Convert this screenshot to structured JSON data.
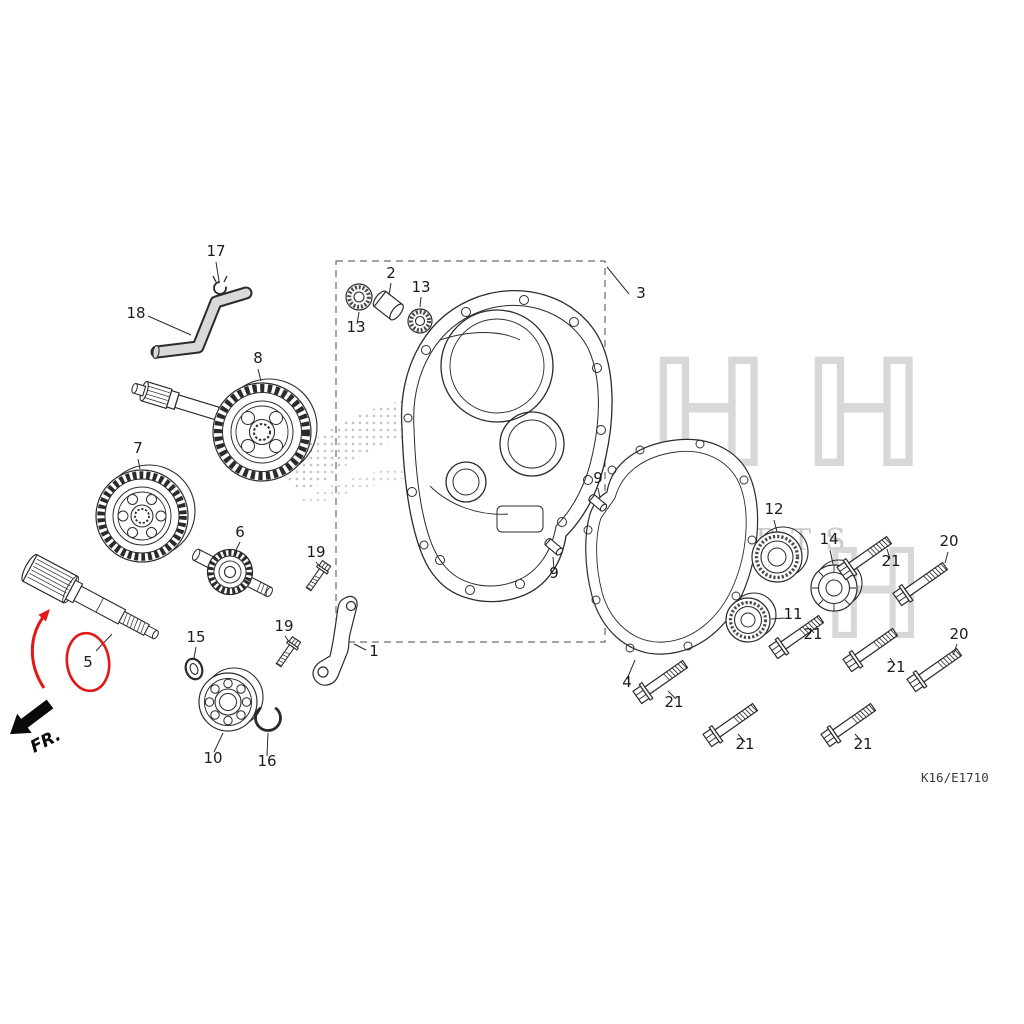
{
  "figure": {
    "diagram_code": "K16/E1710",
    "fr_label": "FR.",
    "watermark": {
      "big_letter": "ℍ",
      "text": "PARTS"
    },
    "icons": {
      "direction_arrow": "fr-direction-arrow",
      "highlight": "red-highlight-circle-and-arrow",
      "wing": "honda-wing-watermark"
    }
  },
  "labels": [
    {
      "part": "17"
    },
    {
      "part": "18"
    },
    {
      "part": "2"
    },
    {
      "part": "13"
    },
    {
      "part": "13"
    },
    {
      "part": "3"
    },
    {
      "part": "8"
    },
    {
      "part": "7"
    },
    {
      "part": "6"
    },
    {
      "part": "19"
    },
    {
      "part": "19"
    },
    {
      "part": "15"
    },
    {
      "part": "5"
    },
    {
      "part": "1"
    },
    {
      "part": "10"
    },
    {
      "part": "16"
    },
    {
      "part": "9"
    },
    {
      "part": "9"
    },
    {
      "part": "4"
    },
    {
      "part": "12"
    },
    {
      "part": "11"
    },
    {
      "part": "14"
    },
    {
      "part": "20"
    },
    {
      "part": "20"
    },
    {
      "part": "21"
    },
    {
      "part": "21"
    },
    {
      "part": "21"
    },
    {
      "part": "21"
    },
    {
      "part": "21"
    },
    {
      "part": "21"
    }
  ]
}
